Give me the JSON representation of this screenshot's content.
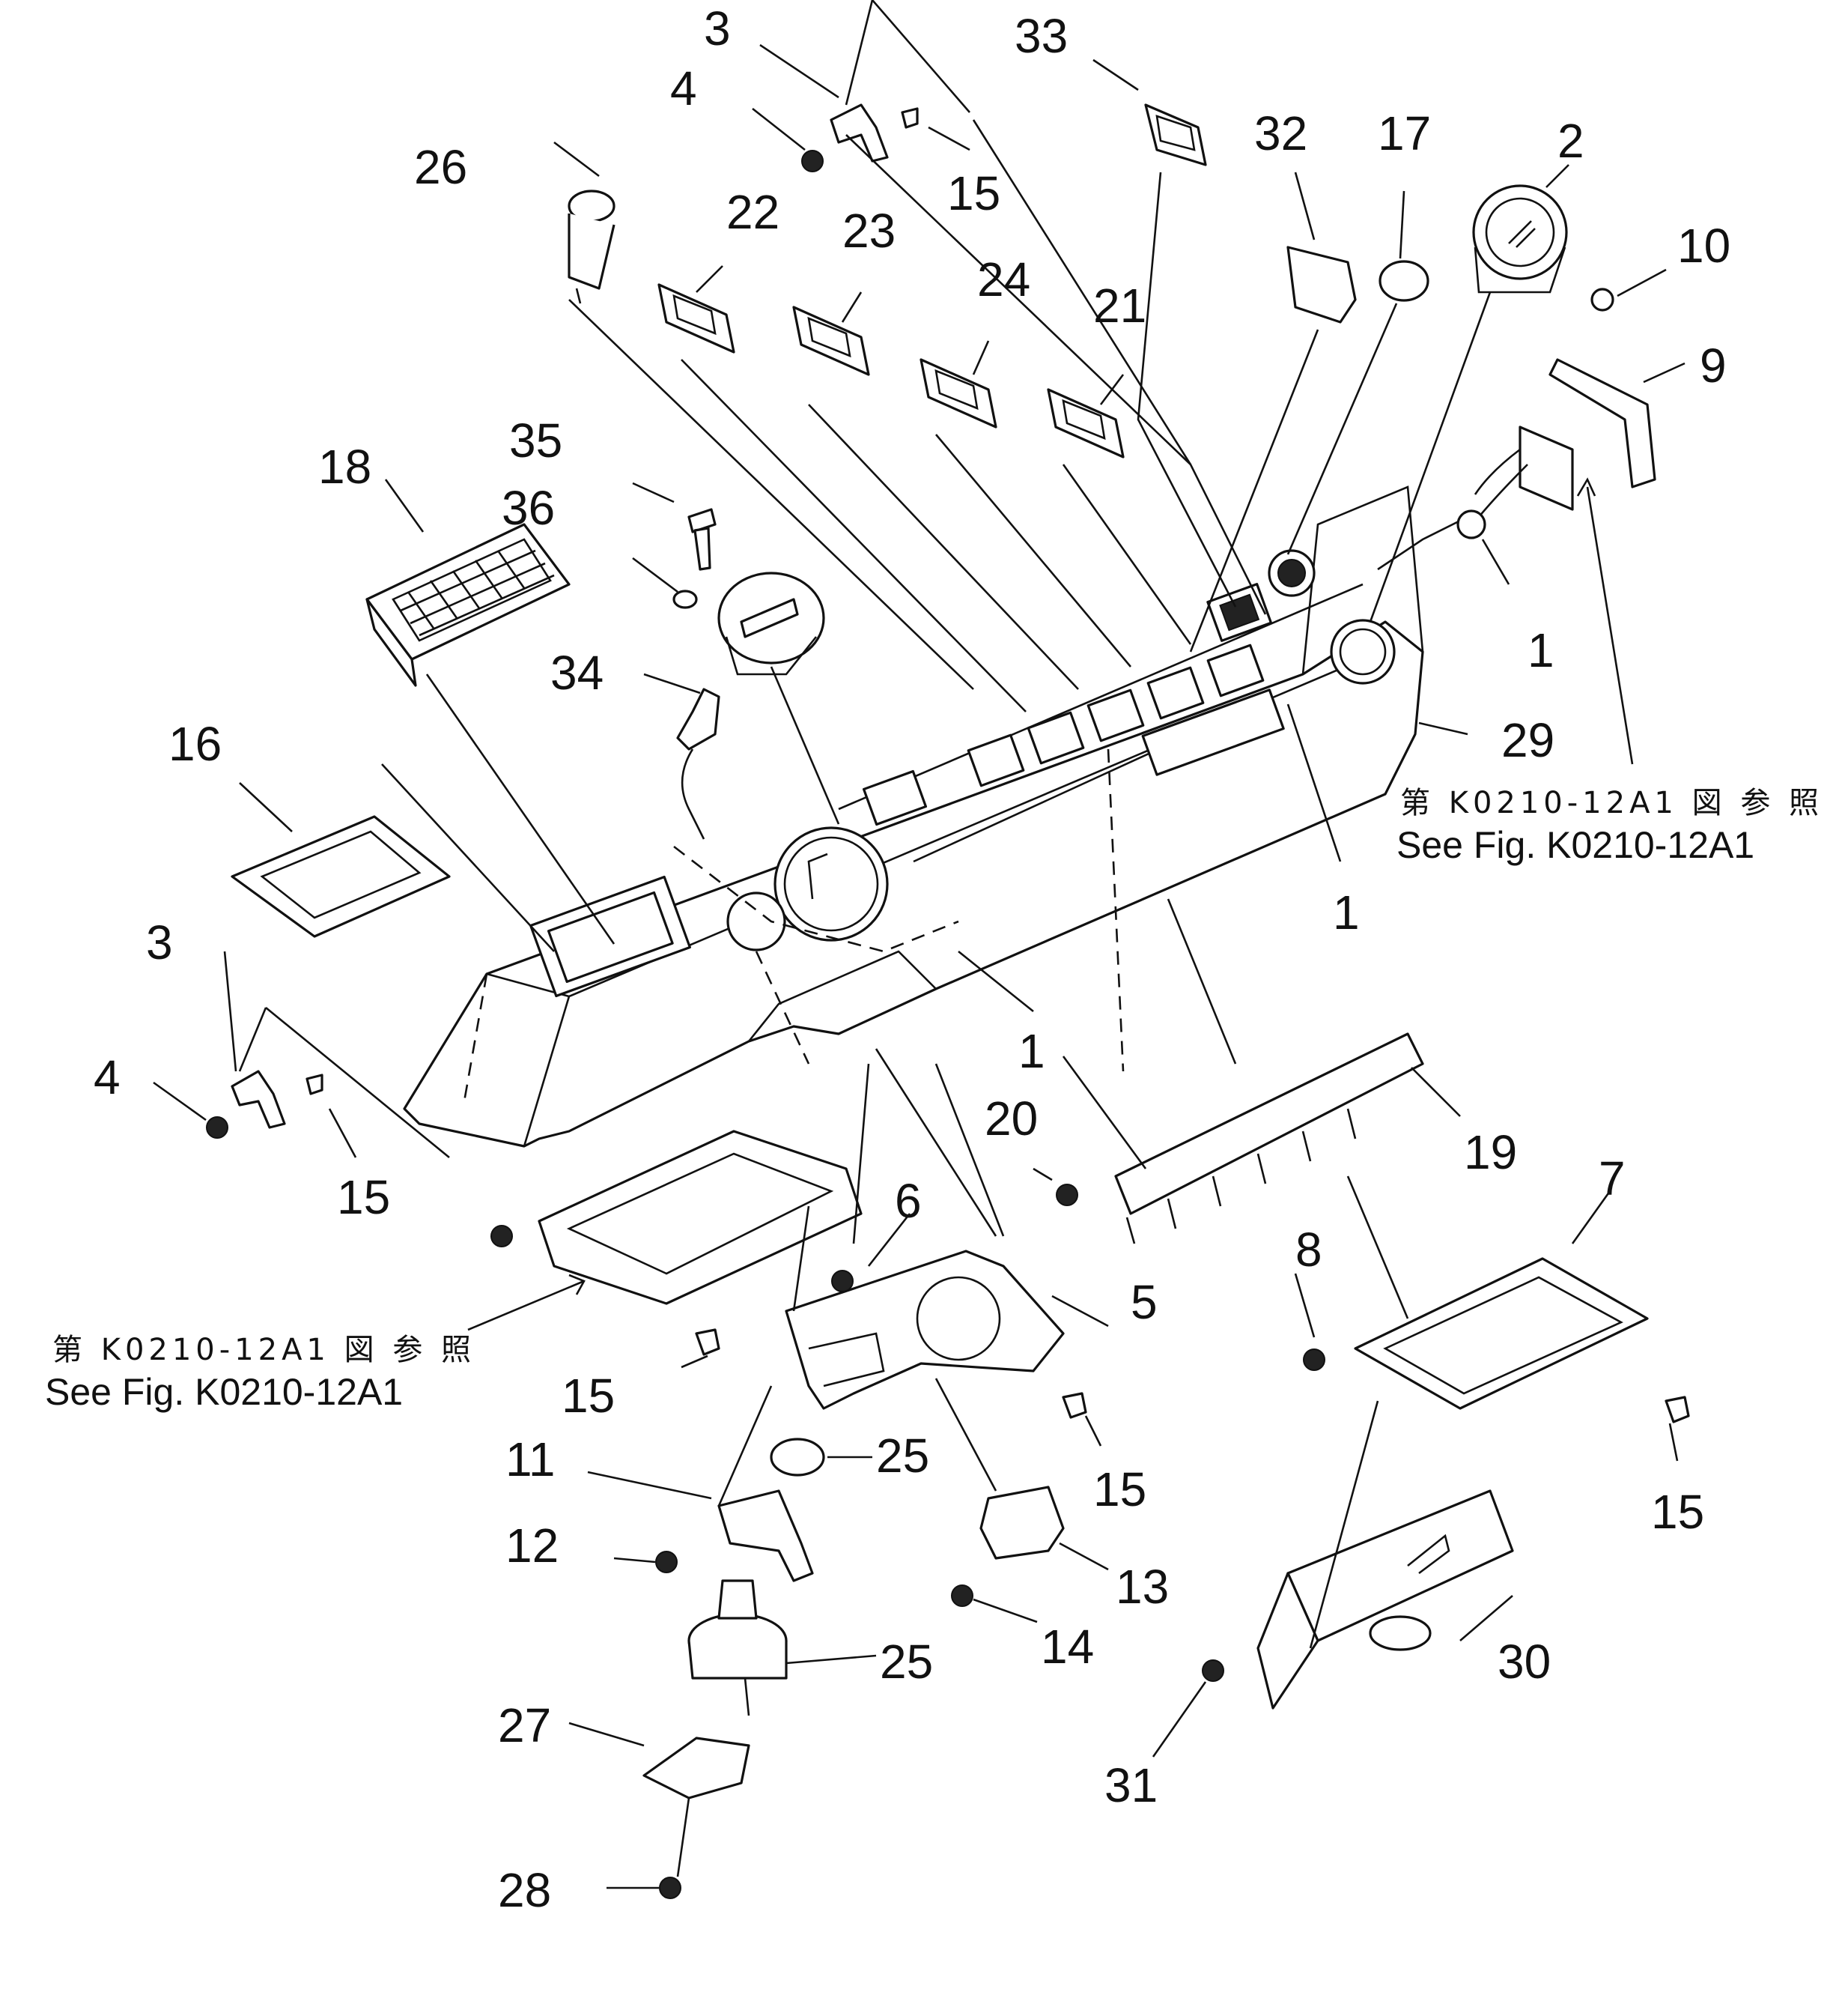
{
  "callouts": [
    {
      "id": "c3a",
      "label": "3"
    },
    {
      "id": "c4a",
      "label": "4"
    },
    {
      "id": "c15a",
      "label": "15"
    },
    {
      "id": "c33",
      "label": "33"
    },
    {
      "id": "c26",
      "label": "26"
    },
    {
      "id": "c22",
      "label": "22"
    },
    {
      "id": "c23",
      "label": "23"
    },
    {
      "id": "c24",
      "label": "24"
    },
    {
      "id": "c21",
      "label": "21"
    },
    {
      "id": "c32",
      "label": "32"
    },
    {
      "id": "c17",
      "label": "17"
    },
    {
      "id": "c2",
      "label": "2"
    },
    {
      "id": "c10",
      "label": "10"
    },
    {
      "id": "c9",
      "label": "9"
    },
    {
      "id": "c1a",
      "label": "1"
    },
    {
      "id": "c29",
      "label": "29"
    },
    {
      "id": "c35",
      "label": "35"
    },
    {
      "id": "c36",
      "label": "36"
    },
    {
      "id": "c18",
      "label": "18"
    },
    {
      "id": "c34",
      "label": "34"
    },
    {
      "id": "c16",
      "label": "16"
    },
    {
      "id": "c1b",
      "label": "1"
    },
    {
      "id": "c1c",
      "label": "1"
    },
    {
      "id": "c3b",
      "label": "3"
    },
    {
      "id": "c4b",
      "label": "4"
    },
    {
      "id": "c15b",
      "label": "15"
    },
    {
      "id": "c20",
      "label": "20"
    },
    {
      "id": "c19",
      "label": "19"
    },
    {
      "id": "c6",
      "label": "6"
    },
    {
      "id": "c8",
      "label": "8"
    },
    {
      "id": "c7",
      "label": "7"
    },
    {
      "id": "c5",
      "label": "5"
    },
    {
      "id": "c15c",
      "label": "15"
    },
    {
      "id": "c25a",
      "label": "25"
    },
    {
      "id": "c15d",
      "label": "15"
    },
    {
      "id": "c15e",
      "label": "15"
    },
    {
      "id": "c11",
      "label": "11"
    },
    {
      "id": "c12",
      "label": "12"
    },
    {
      "id": "c13",
      "label": "13"
    },
    {
      "id": "c25b",
      "label": "25"
    },
    {
      "id": "c14",
      "label": "14"
    },
    {
      "id": "c30",
      "label": "30"
    },
    {
      "id": "c27",
      "label": "27"
    },
    {
      "id": "c31",
      "label": "31"
    },
    {
      "id": "c28",
      "label": "28"
    }
  ],
  "references": {
    "top_right": {
      "jp": "第 K0210-12A1 図 参 照",
      "en": "See Fig. K0210-12A1"
    },
    "left": {
      "jp": "第 K0210-12A1 図 参 照",
      "en": "See Fig. K0210-12A1"
    }
  }
}
